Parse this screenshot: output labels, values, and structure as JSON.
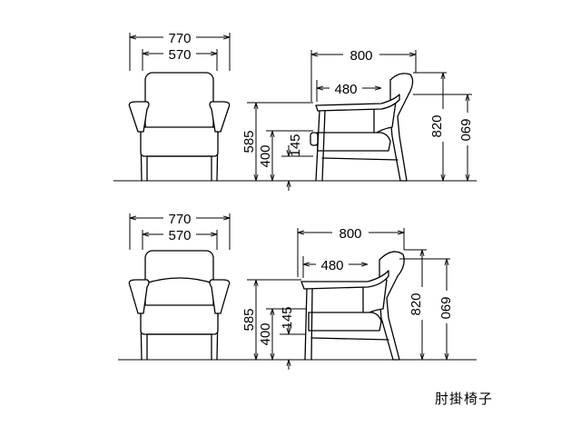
{
  "variants": [
    {
      "front": {
        "overall_width": "770",
        "seat_width": "570"
      },
      "side": {
        "overall_depth": "800",
        "seat_depth": "480",
        "arm_height": "585",
        "seat_height": "400",
        "stretcher_height": "145",
        "overall_height": "820",
        "back_height": "690"
      }
    },
    {
      "front": {
        "overall_width": "770",
        "seat_width": "570"
      },
      "side": {
        "overall_depth": "800",
        "seat_depth": "480",
        "arm_height": "585",
        "seat_height": "400",
        "stretcher_height": "145",
        "overall_height": "820",
        "back_height": "690"
      }
    }
  ],
  "caption": "肘掛椅子"
}
